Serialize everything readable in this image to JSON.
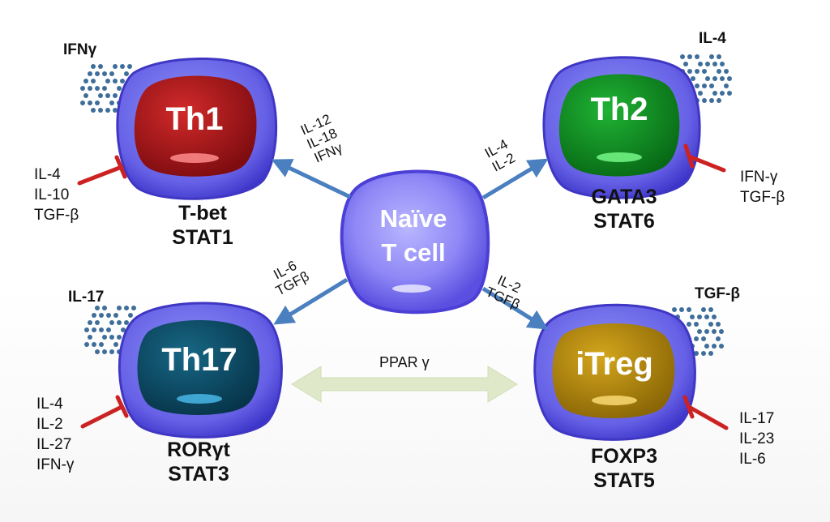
{
  "center_cell": {
    "label_line1": "Naïve",
    "label_line2": "T cell"
  },
  "cells": {
    "th1": {
      "label": "Th1",
      "color": "#b3121b",
      "transcription_factors": "T-bet\nSTAT1",
      "secreted": "IFNγ",
      "inhibitors": "IL-4\nIL-10\nTGF-β"
    },
    "th2": {
      "label": "Th2",
      "color": "#0f8f22",
      "transcription_factors": "GATA3\nSTAT6",
      "secreted": "IL-4",
      "inhibitors": "IFN-γ\nTGF-β"
    },
    "th17": {
      "label": "Th17",
      "color": "#0d4a62",
      "transcription_factors": "RORγt\nSTAT3",
      "secreted": "IL-17",
      "inhibitors": "IL-4\nIL-2\nIL-27\nIFN-γ"
    },
    "itreg": {
      "label": "iTreg",
      "color": "#b38a0a",
      "transcription_factors": "FOXP3\nSTAT5",
      "secreted": "TGF-β",
      "inhibitors": "IL-17\nIL-23\nIL-6"
    }
  },
  "arrows": {
    "to_th1": "IL-12\nIL-18\nIFNγ",
    "to_th2": "IL-4\nIL-2",
    "to_th17": "IL-6\nTGFβ",
    "to_itreg": "IL-2\nTGFβ"
  },
  "link": {
    "label": "PPAR γ"
  },
  "colors": {
    "membrane": "#4b44d6",
    "cytoplasm": "#7f86f0",
    "arrow": "#4a7fc0",
    "inhibition": "#cc2222",
    "dots": "#3f6e9a",
    "ppar_arrow": "#dde9c8"
  }
}
